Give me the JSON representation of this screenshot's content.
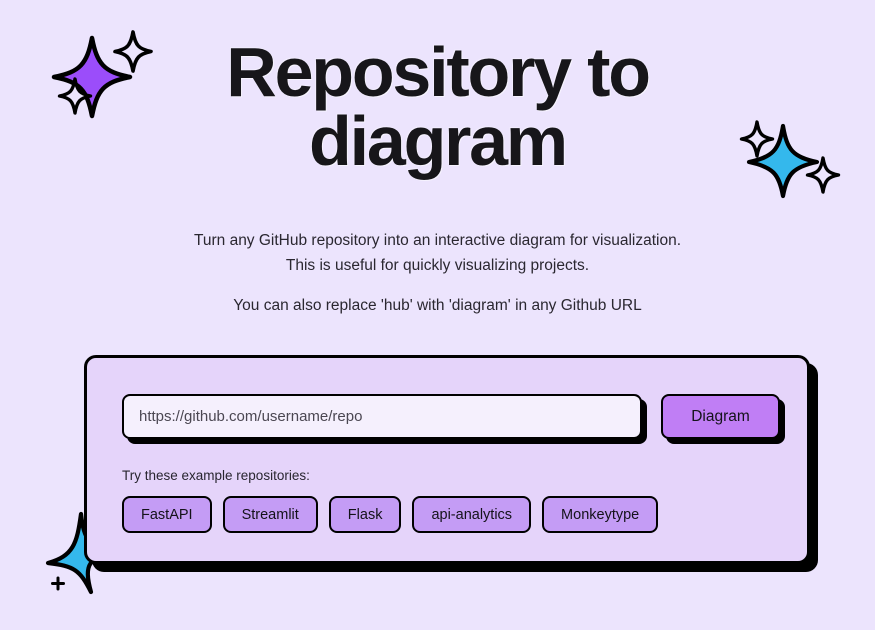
{
  "theme": {
    "page_background": "#ece4fd",
    "card_background": "#e5d4fa",
    "input_background": "#f5f0fd",
    "button_purple": "#c07ef5",
    "chip_purple": "#c49cf5",
    "border_black": "#000000",
    "sparkle_purple": "#9b4dfa",
    "sparkle_cyan": "#34b8ec"
  },
  "hero": {
    "title_line1": "Repository to",
    "title_line2": "diagram"
  },
  "subtitle": {
    "line1": "Turn any GitHub repository into an interactive diagram for visualization.",
    "line2": "This is useful for quickly visualizing projects.",
    "line3": "You can also replace 'hub' with 'diagram' in any Github URL"
  },
  "form": {
    "url_placeholder": "https://github.com/username/repo",
    "url_value": "",
    "submit_label": "Diagram"
  },
  "examples": {
    "label": "Try these example repositories:",
    "chips": [
      {
        "label": "FastAPI"
      },
      {
        "label": "Streamlit"
      },
      {
        "label": "Flask"
      },
      {
        "label": "api-analytics"
      },
      {
        "label": "Monkeytype"
      }
    ]
  },
  "decorations": {
    "sparkle_top_left": "sparkle-purple-icon",
    "sparkle_top_right": "sparkle-cyan-icon",
    "sparkle_bottom_left": "star-cyan-icon"
  }
}
